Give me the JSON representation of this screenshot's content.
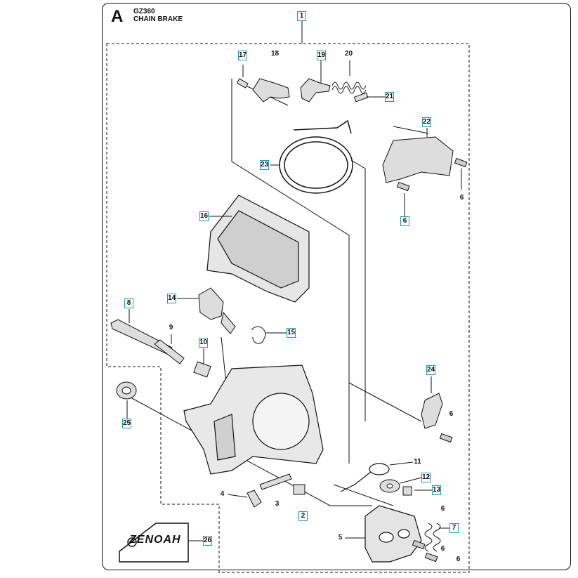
{
  "header": {
    "section_letter": "A",
    "model": "GZ360",
    "title": "CHAIN BRAKE"
  },
  "brand": {
    "logo_text": "ZENOAH"
  },
  "colors": {
    "callout_border": "#1a9bb8",
    "line": "#111111",
    "part_fill": "#dddddd"
  },
  "callouts": [
    {
      "id": "c1",
      "text": "1"
    },
    {
      "id": "c17",
      "text": "17"
    },
    {
      "id": "c18",
      "text": "18"
    },
    {
      "id": "c19",
      "text": "19"
    },
    {
      "id": "c20",
      "text": "20"
    },
    {
      "id": "c21",
      "text": "21"
    },
    {
      "id": "c22",
      "text": "22"
    },
    {
      "id": "c23",
      "text": "23"
    },
    {
      "id": "c6a",
      "text": "6"
    },
    {
      "id": "c6b",
      "text": "6"
    },
    {
      "id": "c16",
      "text": "16"
    },
    {
      "id": "c8",
      "text": "8"
    },
    {
      "id": "c14",
      "text": "14"
    },
    {
      "id": "c9",
      "text": "9"
    },
    {
      "id": "c15",
      "text": "15"
    },
    {
      "id": "c10",
      "text": "10"
    },
    {
      "id": "c24",
      "text": "24"
    },
    {
      "id": "c6c",
      "text": "6"
    },
    {
      "id": "c25",
      "text": "25"
    },
    {
      "id": "c11",
      "text": "11"
    },
    {
      "id": "c12",
      "text": "12"
    },
    {
      "id": "c13",
      "text": "13"
    },
    {
      "id": "c6d",
      "text": "6"
    },
    {
      "id": "c4",
      "text": "4"
    },
    {
      "id": "c3",
      "text": "3"
    },
    {
      "id": "c2",
      "text": "2"
    },
    {
      "id": "c7",
      "text": "7"
    },
    {
      "id": "c26",
      "text": "26"
    },
    {
      "id": "c5",
      "text": "5"
    },
    {
      "id": "c6e",
      "text": "6"
    },
    {
      "id": "c6f",
      "text": "6"
    }
  ]
}
